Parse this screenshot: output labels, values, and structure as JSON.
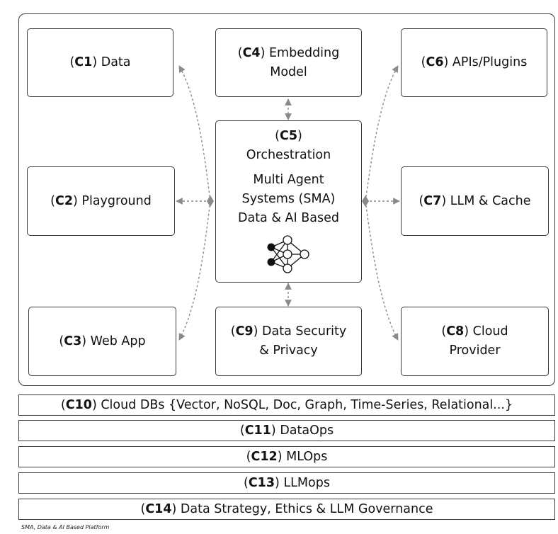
{
  "components": {
    "c1": {
      "id": "C1",
      "label": "Data"
    },
    "c2": {
      "id": "C2",
      "label": "Playground"
    },
    "c3": {
      "id": "C3",
      "label": "Web App"
    },
    "c4": {
      "id": "C4",
      "label_line1": "Embedding",
      "label_line2": "Model"
    },
    "c5": {
      "id": "C5",
      "line1": "Orchestration",
      "line2": "Multi Agent",
      "line3": "Systems (SMA)",
      "line4": "Data & AI Based",
      "icon": "neural-network-icon"
    },
    "c6": {
      "id": "C6",
      "label": "APIs/Plugins"
    },
    "c7": {
      "id": "C7",
      "label": "LLM & Cache"
    },
    "c8": {
      "id": "C8",
      "label_line1": "Cloud",
      "label_line2": "Provider"
    },
    "c9": {
      "id": "C9",
      "label_line1": "Data Security",
      "label_line2": "& Privacy"
    }
  },
  "layers": [
    {
      "id": "C10",
      "label": "Cloud DBs {Vector, NoSQL, Doc, Graph, Time-Series, Relational...}"
    },
    {
      "id": "C11",
      "label": "DataOps"
    },
    {
      "id": "C12",
      "label": "MLOps"
    },
    {
      "id": "C13",
      "label": "LLMops"
    },
    {
      "id": "C14",
      "label": "Data Strategy, Ethics & LLM Governance"
    }
  ],
  "caption": "SMA, Data & AI Based Platform",
  "colors": {
    "border": "#3a3a3a",
    "connector": "#8a8a8a"
  }
}
